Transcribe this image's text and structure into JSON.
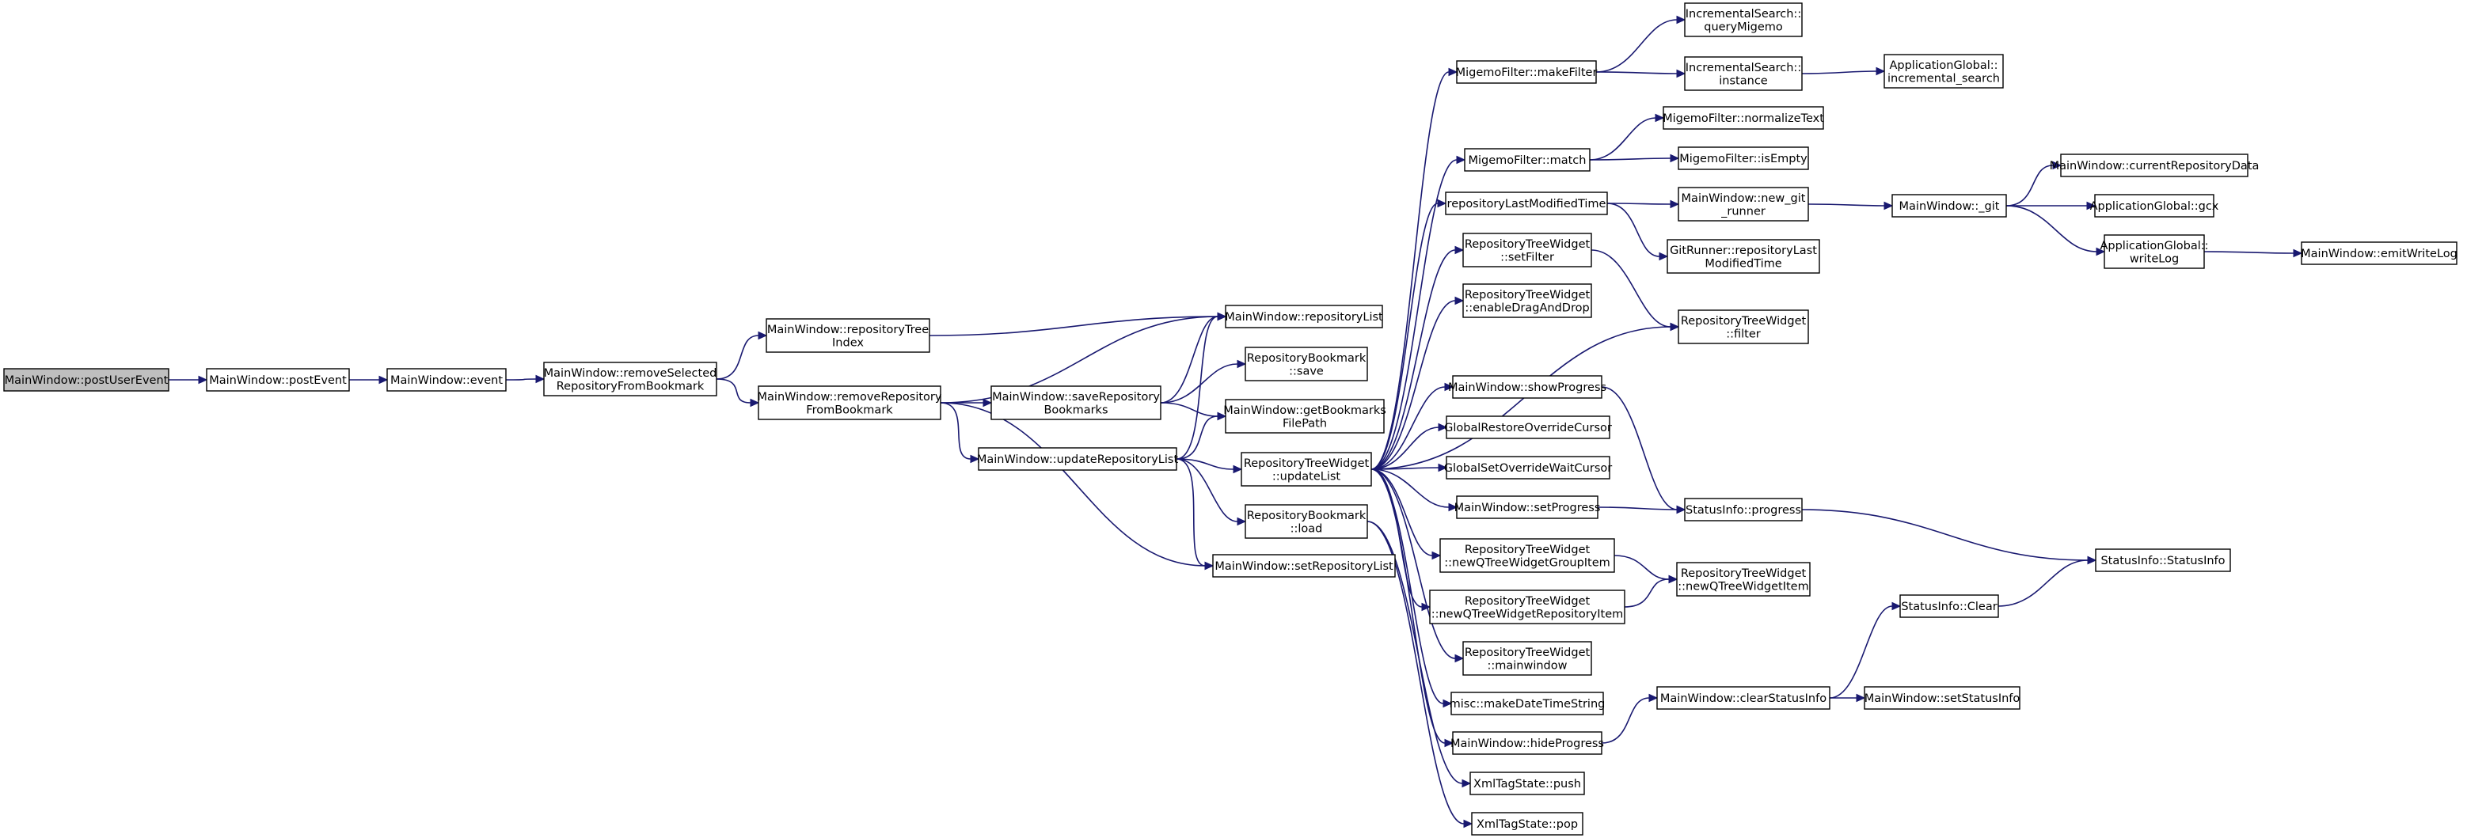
{
  "colors": {
    "edge": "#191970",
    "node_fill": "#ffffff",
    "node_border": "#000000",
    "root_fill": "#bfbfbf",
    "text": "#000000"
  },
  "nodes": [
    {
      "id": "postUserEvent",
      "lines": [
        "MainWindow::postUserEvent"
      ],
      "root": true
    },
    {
      "id": "postEvent",
      "lines": [
        "MainWindow::postEvent"
      ]
    },
    {
      "id": "event",
      "lines": [
        "MainWindow::event"
      ]
    },
    {
      "id": "removeSelected",
      "lines": [
        "MainWindow::removeSelected",
        "RepositoryFromBookmark"
      ]
    },
    {
      "id": "repositoryTreeIndex",
      "lines": [
        "MainWindow::repositoryTree",
        "Index"
      ]
    },
    {
      "id": "removeRepository",
      "lines": [
        "MainWindow::removeRepository",
        "FromBookmark"
      ]
    },
    {
      "id": "repositoryList",
      "lines": [
        "MainWindow::repositoryList"
      ]
    },
    {
      "id": "saveRepositoryBookmarks",
      "lines": [
        "MainWindow::saveRepository",
        "Bookmarks"
      ]
    },
    {
      "id": "updateRepositoryList",
      "lines": [
        "MainWindow::updateRepositoryList"
      ]
    },
    {
      "id": "rbSave",
      "lines": [
        "RepositoryBookmark",
        "::save"
      ]
    },
    {
      "id": "getBookmarksFilePath",
      "lines": [
        "MainWindow::getBookmarks",
        "FilePath"
      ]
    },
    {
      "id": "rtwUpdateList",
      "lines": [
        "RepositoryTreeWidget",
        "::updateList"
      ]
    },
    {
      "id": "rbLoad",
      "lines": [
        "RepositoryBookmark",
        "::load"
      ]
    },
    {
      "id": "setRepositoryList",
      "lines": [
        "MainWindow::setRepositoryList"
      ]
    },
    {
      "id": "makeFilter",
      "lines": [
        "MigemoFilter::makeFilter"
      ]
    },
    {
      "id": "mfMatch",
      "lines": [
        "MigemoFilter::match"
      ]
    },
    {
      "id": "repoLastModified",
      "lines": [
        "repositoryLastModifiedTime"
      ]
    },
    {
      "id": "rtwSetFilter",
      "lines": [
        "RepositoryTreeWidget",
        "::setFilter"
      ]
    },
    {
      "id": "rtwEnableDnD",
      "lines": [
        "RepositoryTreeWidget",
        "::enableDragAndDrop"
      ]
    },
    {
      "id": "showProgress",
      "lines": [
        "MainWindow::showProgress"
      ]
    },
    {
      "id": "globalRestore",
      "lines": [
        "GlobalRestoreOverrideCursor"
      ]
    },
    {
      "id": "globalSetOverride",
      "lines": [
        "GlobalSetOverrideWaitCursor"
      ]
    },
    {
      "id": "setProgress",
      "lines": [
        "MainWindow::setProgress"
      ]
    },
    {
      "id": "newGroupItem",
      "lines": [
        "RepositoryTreeWidget",
        "::newQTreeWidgetGroupItem"
      ]
    },
    {
      "id": "newRepoItem",
      "lines": [
        "RepositoryTreeWidget",
        "::newQTreeWidgetRepositoryItem"
      ]
    },
    {
      "id": "rtwMainwindow",
      "lines": [
        "RepositoryTreeWidget",
        "::mainwindow"
      ]
    },
    {
      "id": "makeDateTimeString",
      "lines": [
        "misc::makeDateTimeString"
      ]
    },
    {
      "id": "hideProgress",
      "lines": [
        "MainWindow::hideProgress"
      ]
    },
    {
      "id": "xmlPush",
      "lines": [
        "XmlTagState::push"
      ]
    },
    {
      "id": "xmlPop",
      "lines": [
        "XmlTagState::pop"
      ]
    },
    {
      "id": "queryMigemo",
      "lines": [
        "IncrementalSearch::",
        "queryMigemo"
      ]
    },
    {
      "id": "isInstance",
      "lines": [
        "IncrementalSearch::",
        "instance"
      ]
    },
    {
      "id": "normalizeText",
      "lines": [
        "MigemoFilter::normalizeText"
      ]
    },
    {
      "id": "mfIsEmpty",
      "lines": [
        "MigemoFilter::isEmpty"
      ]
    },
    {
      "id": "newGitRunner",
      "lines": [
        "MainWindow::new_git",
        "_runner"
      ]
    },
    {
      "id": "grLastModified",
      "lines": [
        "GitRunner::repositoryLast",
        "ModifiedTime"
      ]
    },
    {
      "id": "rtwFilter",
      "lines": [
        "RepositoryTreeWidget",
        "::filter"
      ]
    },
    {
      "id": "statusProgress",
      "lines": [
        "StatusInfo::progress"
      ]
    },
    {
      "id": "newQTreeWidgetItem",
      "lines": [
        "RepositoryTreeWidget",
        "::newQTreeWidgetItem"
      ]
    },
    {
      "id": "clearStatusInfo",
      "lines": [
        "MainWindow::clearStatusInfo"
      ]
    },
    {
      "id": "agIncremental",
      "lines": [
        "ApplicationGlobal::",
        "incremental_search"
      ]
    },
    {
      "id": "mwGit",
      "lines": [
        "MainWindow::_git"
      ]
    },
    {
      "id": "statusClear",
      "lines": [
        "StatusInfo::Clear"
      ]
    },
    {
      "id": "setStatusInfo",
      "lines": [
        "MainWindow::setStatusInfo"
      ]
    },
    {
      "id": "currentRepoData",
      "lines": [
        "MainWindow::currentRepositoryData"
      ]
    },
    {
      "id": "agGcx",
      "lines": [
        "ApplicationGlobal::gcx"
      ]
    },
    {
      "id": "agWriteLog",
      "lines": [
        "ApplicationGlobal::",
        "writeLog"
      ]
    },
    {
      "id": "statusInfoCtor",
      "lines": [
        "StatusInfo::StatusInfo"
      ]
    },
    {
      "id": "emitWriteLog",
      "lines": [
        "MainWindow::emitWriteLog"
      ]
    }
  ],
  "edges": [
    [
      "postUserEvent",
      "postEvent"
    ],
    [
      "postEvent",
      "event"
    ],
    [
      "event",
      "removeSelected"
    ],
    [
      "removeSelected",
      "repositoryTreeIndex"
    ],
    [
      "removeSelected",
      "removeRepository"
    ],
    [
      "repositoryTreeIndex",
      "repositoryList"
    ],
    [
      "removeRepository",
      "repositoryList"
    ],
    [
      "removeRepository",
      "saveRepositoryBookmarks"
    ],
    [
      "removeRepository",
      "updateRepositoryList"
    ],
    [
      "removeRepository",
      "setRepositoryList"
    ],
    [
      "saveRepositoryBookmarks",
      "repositoryList"
    ],
    [
      "saveRepositoryBookmarks",
      "rbSave"
    ],
    [
      "saveRepositoryBookmarks",
      "getBookmarksFilePath"
    ],
    [
      "updateRepositoryList",
      "repositoryList"
    ],
    [
      "updateRepositoryList",
      "getBookmarksFilePath"
    ],
    [
      "updateRepositoryList",
      "rtwUpdateList"
    ],
    [
      "updateRepositoryList",
      "rbLoad"
    ],
    [
      "updateRepositoryList",
      "setRepositoryList"
    ],
    [
      "rbLoad",
      "xmlPush"
    ],
    [
      "rbLoad",
      "xmlPop"
    ],
    [
      "rtwUpdateList",
      "makeFilter"
    ],
    [
      "rtwUpdateList",
      "mfMatch"
    ],
    [
      "rtwUpdateList",
      "repoLastModified"
    ],
    [
      "rtwUpdateList",
      "rtwSetFilter"
    ],
    [
      "rtwUpdateList",
      "rtwEnableDnD"
    ],
    [
      "rtwUpdateList",
      "rtwFilter"
    ],
    [
      "rtwUpdateList",
      "showProgress"
    ],
    [
      "rtwUpdateList",
      "globalRestore"
    ],
    [
      "rtwUpdateList",
      "globalSetOverride"
    ],
    [
      "rtwUpdateList",
      "setProgress"
    ],
    [
      "rtwUpdateList",
      "newGroupItem"
    ],
    [
      "rtwUpdateList",
      "newRepoItem"
    ],
    [
      "rtwUpdateList",
      "rtwMainwindow"
    ],
    [
      "rtwUpdateList",
      "makeDateTimeString"
    ],
    [
      "rtwUpdateList",
      "hideProgress"
    ],
    [
      "makeFilter",
      "queryMigemo"
    ],
    [
      "makeFilter",
      "isInstance"
    ],
    [
      "isInstance",
      "agIncremental"
    ],
    [
      "mfMatch",
      "normalizeText"
    ],
    [
      "mfMatch",
      "mfIsEmpty"
    ],
    [
      "repoLastModified",
      "newGitRunner"
    ],
    [
      "repoLastModified",
      "grLastModified"
    ],
    [
      "newGitRunner",
      "mwGit"
    ],
    [
      "mwGit",
      "currentRepoData"
    ],
    [
      "mwGit",
      "agGcx"
    ],
    [
      "mwGit",
      "agWriteLog"
    ],
    [
      "agWriteLog",
      "emitWriteLog"
    ],
    [
      "rtwSetFilter",
      "rtwFilter"
    ],
    [
      "showProgress",
      "statusProgress"
    ],
    [
      "setProgress",
      "statusProgress"
    ],
    [
      "statusProgress",
      "statusInfoCtor"
    ],
    [
      "newGroupItem",
      "newQTreeWidgetItem"
    ],
    [
      "newRepoItem",
      "newQTreeWidgetItem"
    ],
    [
      "hideProgress",
      "clearStatusInfo"
    ],
    [
      "clearStatusInfo",
      "statusClear"
    ],
    [
      "clearStatusInfo",
      "setStatusInfo"
    ],
    [
      "statusClear",
      "statusInfoCtor"
    ]
  ]
}
